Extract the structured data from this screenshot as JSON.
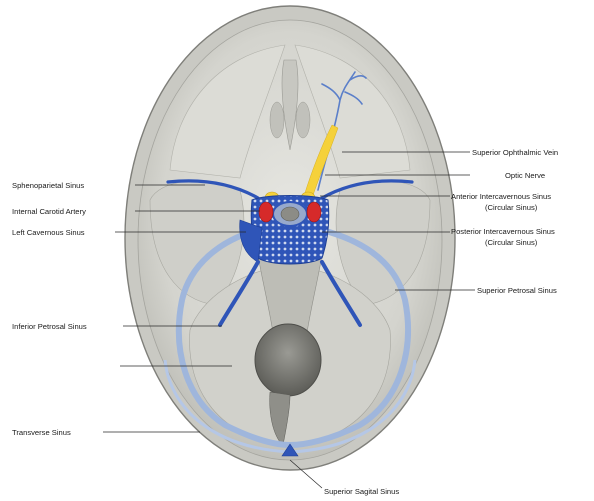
{
  "colors": {
    "background": "#ffffff",
    "bone": "#d9d9d4",
    "bone_shadow": "#b9b9b3",
    "skull_rim": "#8a8a85",
    "venous_sinus": "#2f55b8",
    "venous_light": "#9fb6dc",
    "artery": "#d62a2a",
    "nerve": "#f5d13a",
    "label_text": "#1a1a1a"
  },
  "labels": {
    "superior_ophthalmic_vein": "Superior Ophthalmic Vein",
    "optic_nerve": "Optic Nerve",
    "anterior_intercavernous_1": "Anterior Intercavernous Sinus",
    "anterior_intercavernous_2": "(Circular Sinus)",
    "posterior_intercavernous_1": "Posterior Intercavernous Sinus",
    "posterior_intercavernous_2": "(Circular Sinus)",
    "superior_petrosal": "Superior Petrosal Sinus",
    "sphenoparietal": "Sphenoparietal Sinus",
    "internal_carotid": "Internal Carotid Artery",
    "left_cavernous": "Left Cavernous Sinus",
    "inferior_petrosal": "Inferior Petrosal Sinus",
    "transverse": "Transverse Sinus",
    "superior_sagittal": "Superior Sagital Sinus"
  }
}
